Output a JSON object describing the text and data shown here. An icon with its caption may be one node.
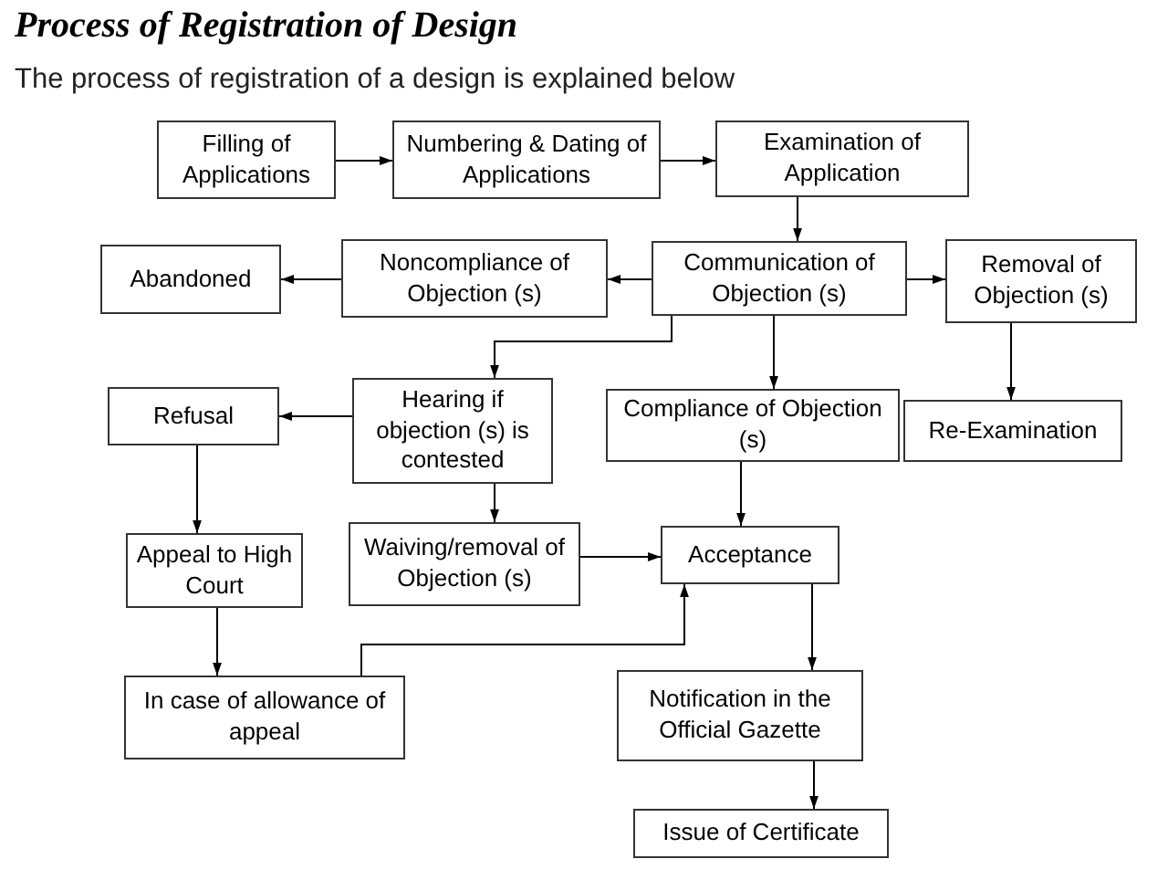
{
  "diagram": {
    "title": "Process of Registration of Design",
    "nodes": [
      {
        "text": [
          "Filling of Applications"
        ]
      },
      {
        "text": [
          "Numbering & Dating of Applications"
        ]
      },
      {
        "text": [
          "Examination of Application"
        ]
      },
      {
        "text": [
          "Abandoned"
        ]
      },
      {
        "text": [
          "Noncompliance of Objection (s)"
        ]
      },
      {
        "text": [
          "Communication of Objection (s)"
        ]
      },
      {
        "text": [
          "Removal of Objection (s)"
        ]
      },
      {
        "text": [
          "Refusal"
        ]
      },
      {
        "text": [
          "Hearing if objection (s) is contested"
        ]
      },
      {
        "text": [
          "Compliance of Objection (s)"
        ]
      },
      {
        "text": [
          "Re-Examination"
        ]
      },
      {
        "text": [
          "Appeal to High Court"
        ]
      },
      {
        "text": [
          "Waiving/removal of Objection (s)"
        ]
      },
      {
        "text": [
          "Acceptance"
        ]
      },
      {
        "text": [
          "In case of allowance of appeal"
        ]
      },
      {
        "text": [
          "Notification in the Official Gazette"
        ]
      },
      {
        "text": [
          "Issue of Certificate"
        ]
      }
    ],
    "edges": [
      {
        "from": 0,
        "to": 1,
        "arrow": "to"
      },
      {
        "from": 1,
        "to": 2,
        "arrow": "to"
      },
      {
        "from": 2,
        "to": 5,
        "arrow": "to"
      },
      {
        "from": 5,
        "to": 4,
        "arrow": "to"
      },
      {
        "from": 4,
        "to": 3,
        "arrow": "to"
      },
      {
        "from": 5,
        "to": 6,
        "arrow": "to"
      },
      {
        "from": 5,
        "to": 8,
        "arrow": "to"
      },
      {
        "from": 5,
        "to": 9,
        "arrow": "to"
      },
      {
        "from": 6,
        "to": 10,
        "arrow": "to"
      },
      {
        "from": 8,
        "to": 7,
        "arrow": "to"
      },
      {
        "from": 7,
        "to": 11,
        "arrow": "to"
      },
      {
        "from": 8,
        "to": 12,
        "arrow": "to"
      },
      {
        "from": 12,
        "to": 13,
        "arrow": "to"
      },
      {
        "from": 9,
        "to": 13,
        "arrow": "to"
      },
      {
        "from": 11,
        "to": 14,
        "arrow": "to"
      },
      {
        "from": 14,
        "to": 13,
        "arrow": "to"
      },
      {
        "from": 13,
        "to": 15,
        "arrow": "to"
      },
      {
        "from": 15,
        "to": 16,
        "arrow": "to"
      }
    ],
    "labels": [
      "The process of registration of a design is explained below"
    ]
  }
}
